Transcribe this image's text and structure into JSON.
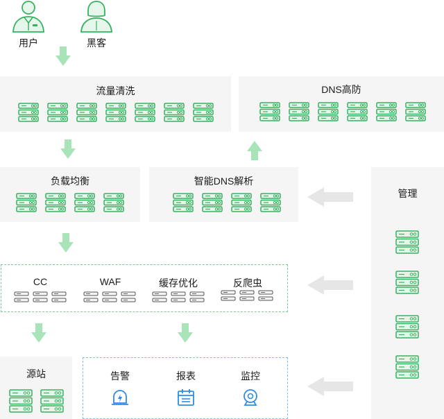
{
  "colors": {
    "server_green": "#36b25f",
    "server_fill": "#e6f6ea",
    "arrow_green": "#a9e4b9",
    "arrow_gray": "#e6e6e6",
    "panel_bg": "#f5f5f5",
    "icon_blue": "#2d8ce6"
  },
  "actors": {
    "user_label": "用户",
    "hacker_label": "黑客"
  },
  "flow_clean": {
    "title": "流量清洗"
  },
  "dns_defense": {
    "title": "DNS高防"
  },
  "load_balance": {
    "title": "负载均衡"
  },
  "smart_dns": {
    "title": "智能DNS解析"
  },
  "management": {
    "title": "管理"
  },
  "protection": {
    "cc": "CC",
    "waf": "WAF",
    "cache": "缓存优化",
    "anti_crawler": "反爬虫"
  },
  "origin": {
    "title": "源站"
  },
  "ops": {
    "alarm": "告警",
    "report": "报表",
    "monitor": "监控"
  }
}
